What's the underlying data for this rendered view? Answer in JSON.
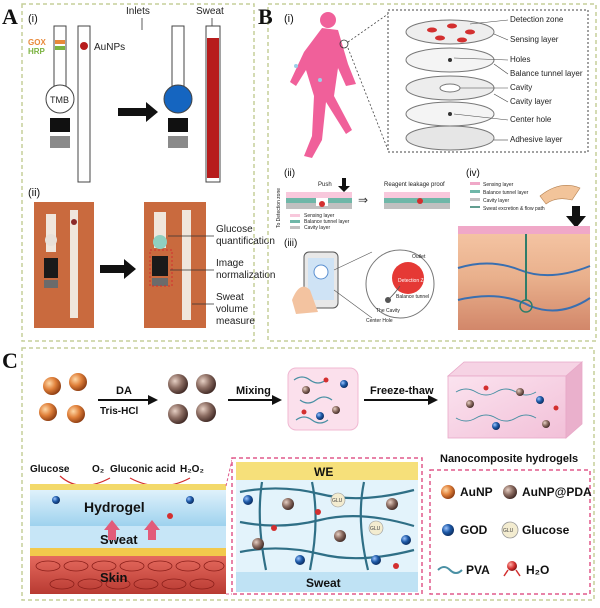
{
  "panels": {
    "a": {
      "letter": "A",
      "sub_i": "(i)",
      "sub_ii": "(ii)",
      "inlets": "Inlets",
      "sweat": "Sweat",
      "gox": "GOX",
      "hrp": "HRP",
      "tmb": "TMB",
      "aunps": "AuNPs",
      "callouts": [
        "Glucose quantification",
        "Image normalization",
        "Sweat volume measure"
      ],
      "colors": {
        "gox": "#e8893a",
        "hrp": "#7cb342",
        "blue": "#1565c0",
        "red": "#b71c1c"
      }
    },
    "b": {
      "letter": "B",
      "sub_i": "(i)",
      "sub_ii": "(ii)",
      "sub_iii": "(iii)",
      "sub_iv": "(iv)",
      "layers": [
        "Detection zone",
        "Sensing layer",
        "Holes",
        "Balance tunnel layer",
        "Cavity",
        "Cavity layer",
        "Center hole",
        "Adhesive layer"
      ],
      "ii_labels": {
        "push": "Push",
        "proof": "Reagent leakage proof",
        "to_zone": "To Detection zone",
        "sensing": "Sensing layer",
        "balance": "Balance tunnel layer",
        "cavity": "Cavity layer"
      },
      "iii_labels": {
        "outlet": "Outlet",
        "zone": "Detection Zone",
        "tunnel": "Balance tunnel",
        "cavity": "The Cavity",
        "hole": "Center Hole"
      },
      "iv_legend": [
        "Sensing layer",
        "Balance tunnel layer",
        "Cavity layer",
        "Sweat excretion & flow path"
      ],
      "colors": {
        "runner": "#f0609a",
        "detection": "#d32f2f"
      }
    },
    "c": {
      "letter": "C",
      "da": "DA",
      "tris": "Tris-HCl",
      "mixing": "Mixing",
      "freeze": "Freeze-thaw",
      "hydrogels": "Nanocomposite hydrogels",
      "glucose": "Glucose",
      "o2": "O₂",
      "gluconic": "Gluconic acid",
      "h2o2": "H₂O₂",
      "hydrogel": "Hydrogel",
      "sweat": "Sweat",
      "skin": "Skin",
      "we": "WE",
      "sweat2": "Sweat",
      "glu": "GLU",
      "legend": {
        "aunp": "AuNP",
        "aunp_pda": "AuNP@PDA",
        "god": "GOD",
        "glucose": "Glucose",
        "pva": "PVA",
        "h2o": "H₂O"
      },
      "colors": {
        "aunp": "#e0803a",
        "pda": "#8d6e63",
        "god": "#1e5aa8",
        "water": "#d32f2f",
        "pva": "#4a90a4"
      }
    }
  }
}
